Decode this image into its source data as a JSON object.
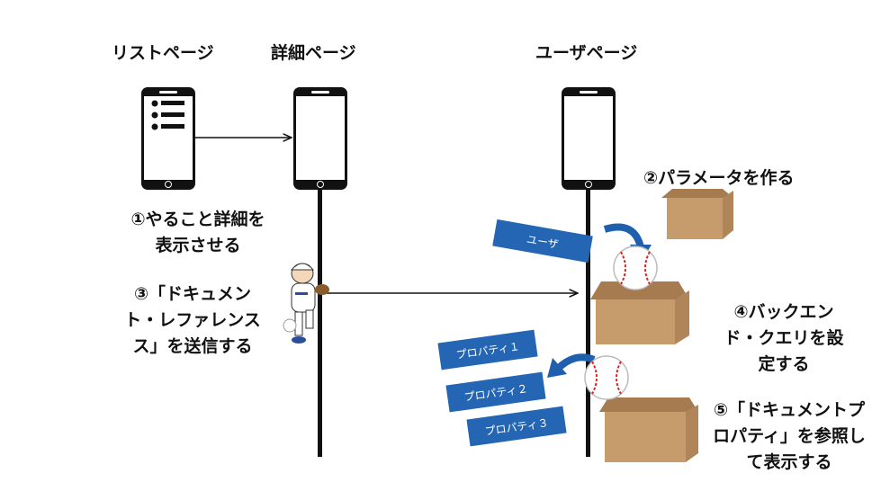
{
  "headers": {
    "list_page": "リストページ",
    "detail_page": "詳細ページ",
    "user_page": "ユーザページ"
  },
  "steps": {
    "step1_line1": "①やること詳細を",
    "step1_line2": "表示させる",
    "step2": "②パラメータを作る",
    "step3_line1": "③「ドキュメン",
    "step3_line2": "ト・レファレンス",
    "step3_line3": "ス」を送信する",
    "step4_line1": "④バックエン",
    "step4_line2": "ド・クエリを設",
    "step4_line3": "定する",
    "step5_line1": "⑤「ドキュメントプ",
    "step5_line2": "ロパティ」を参照し",
    "step5_line3": "て表示する"
  },
  "tags": {
    "user": "ユーザ",
    "property1": "プロパティ１",
    "property2": "プロパティ２",
    "property3": "プロパティ３"
  },
  "colors": {
    "tag_blue": "#2466b4",
    "box_brown": "#c69c6d",
    "arrow_blue": "#1e5fae"
  },
  "icons": [
    "phone-icon",
    "list-icon",
    "baseball-player-icon",
    "baseball-icon",
    "cardboard-box-icon"
  ]
}
